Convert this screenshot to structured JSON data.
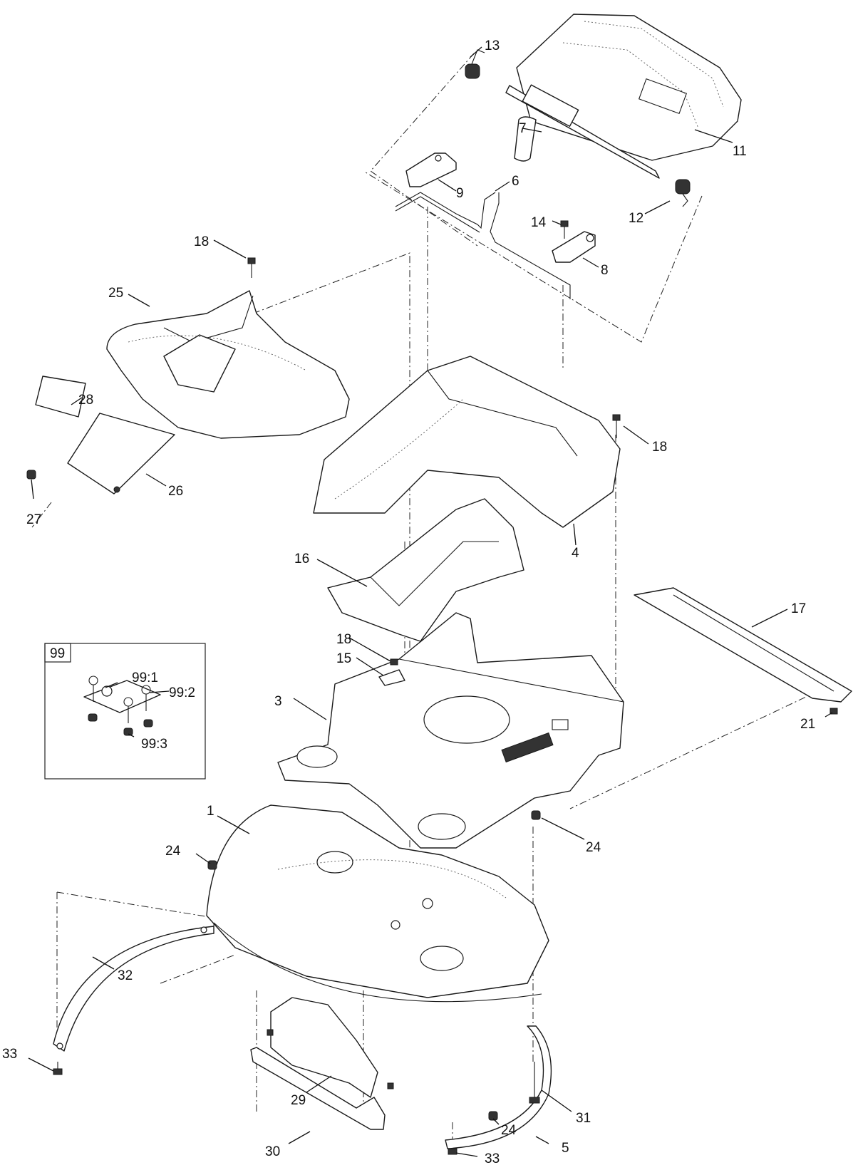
{
  "inset": {
    "title": "99"
  },
  "callouts": {
    "c1": "1",
    "c3": "3",
    "c4": "4",
    "c5": "5",
    "c6": "6",
    "c7": "7",
    "c8": "8",
    "c9": "9",
    "c11": "11",
    "c12": "12",
    "c13": "13",
    "c14": "14",
    "c15": "15",
    "c16": "16",
    "c17": "17",
    "c18a": "18",
    "c18b": "18",
    "c18c": "18",
    "c21": "21",
    "c24a": "24",
    "c24b": "24",
    "c24c": "24",
    "c25": "25",
    "c26": "26",
    "c27": "27",
    "c28": "28",
    "c29": "29",
    "c30": "30",
    "c31": "31",
    "c32": "32",
    "c33a": "33",
    "c33b": "33",
    "c99_1": "99:1",
    "c99_2": "99:2",
    "c99_3": "99:3"
  }
}
